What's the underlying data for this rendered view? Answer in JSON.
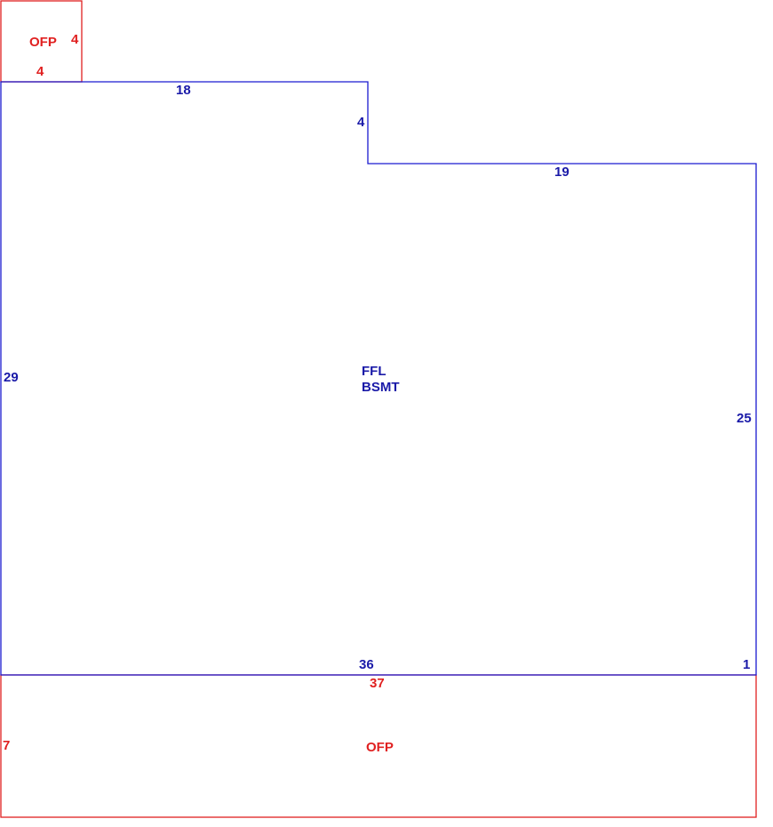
{
  "colors": {
    "main_structure": "#1a1ad0",
    "porches": "#e02020"
  },
  "areas": {
    "main": {
      "line1": "FFL",
      "line2": "BSMT"
    },
    "porch_top": {
      "label": "OFP"
    },
    "porch_bottom": {
      "label": "OFP"
    }
  },
  "dimensions": {
    "main_top_left": "18",
    "main_step": "4",
    "main_top_right": "19",
    "main_left": "29",
    "main_right": "25",
    "main_bottom": "36",
    "main_bottom_right": "1",
    "porch_top_side": "4",
    "porch_top_bottom": "4",
    "porch_bottom_top": "37",
    "porch_bottom_left": "7"
  }
}
